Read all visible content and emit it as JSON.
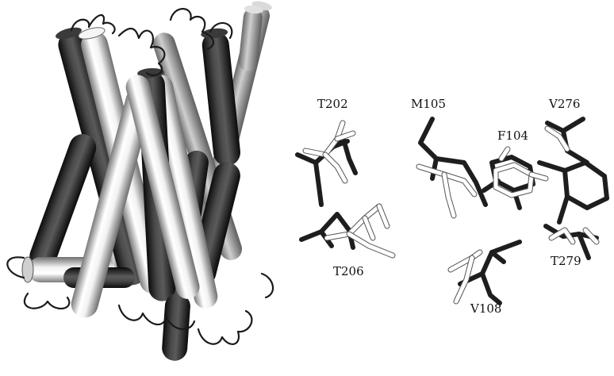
{
  "figure": {
    "residue_labels": {
      "t202": "T202",
      "m105": "M105",
      "v276": "V276",
      "f104": "F104",
      "t206": "T206",
      "t279": "T279",
      "v108": "V108"
    },
    "colors": {
      "dark_helix": "#2a2a2a",
      "light_helix": "#e6e6e6",
      "grey_helix": "#b4b4b4",
      "background": "#ffffff"
    }
  }
}
